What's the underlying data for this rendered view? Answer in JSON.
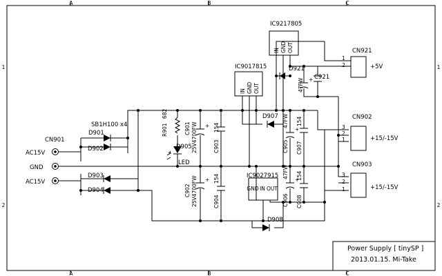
{
  "grid": {
    "columns": [
      "A",
      "B",
      "C"
    ],
    "rows": [
      "1",
      "2"
    ]
  },
  "connectors": {
    "cn901": {
      "ref": "CN901",
      "pins": [
        "AC15V",
        "GND",
        "AC15V"
      ]
    },
    "cn921": {
      "ref": "CN921",
      "pins": [
        "1",
        "2"
      ],
      "label": "+5V"
    },
    "cn902": {
      "ref": "CN902",
      "pins": [
        "3",
        "2",
        "1"
      ],
      "label": "+15/-15V"
    },
    "cn903": {
      "ref": "CN903",
      "pins": [
        "3",
        "2",
        "1"
      ],
      "label": "+15/-15V"
    }
  },
  "diodes": {
    "bridge_note": "SB1H100 x4",
    "d901": "D901",
    "d902": "D902",
    "d903": "D903",
    "d904": "D904",
    "d905": "D905",
    "d905_note": "LED",
    "d907": "D907",
    "d908": "D908",
    "d921": "D921"
  },
  "resistor": {
    "ref": "R901",
    "value": "682"
  },
  "capacitors": {
    "c901": {
      "ref": "C901",
      "value": "25V4700FW"
    },
    "c902": {
      "ref": "C902",
      "value": "25V4700FW"
    },
    "c903": {
      "ref": "C903",
      "value": "154"
    },
    "c904": {
      "ref": "C904",
      "value": "154"
    },
    "c905": {
      "ref": "C905",
      "value": "47FW"
    },
    "c906": {
      "ref": "C906",
      "value": "47FW"
    },
    "c907": {
      "ref": "C907",
      "value": "154"
    },
    "c908": {
      "ref": "C908",
      "value": "154"
    },
    "c921": {
      "ref": "C921",
      "value": "47FW"
    }
  },
  "regulators": {
    "ic9217805": {
      "ref": "IC9217805",
      "pins": [
        "IN",
        "GND",
        "OUT"
      ]
    },
    "ic9017815": {
      "ref": "IC9017815",
      "pins": [
        "IN",
        "GND",
        "OUT"
      ]
    },
    "ic9027915": {
      "ref": "IC9027915",
      "pins": [
        "GND",
        "IN",
        "OUT"
      ]
    }
  },
  "title_block": {
    "title": "Power Supply [ tinySP ]",
    "date_author": "2013.01.15.   Mi-Take"
  }
}
